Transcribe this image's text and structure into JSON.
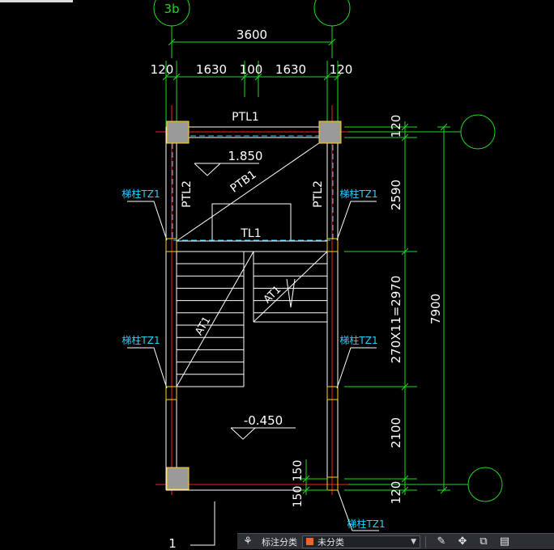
{
  "drawing": {
    "axis_bubble_top_left": "3b",
    "overall_width_dim": "3600",
    "width_dims": [
      "120",
      "1630",
      "100",
      "1630",
      "120"
    ],
    "beam_top_label": "PTL1",
    "level_upper": "1.850",
    "slab_label": "PTB1",
    "beam_left_label": "PTL2",
    "beam_right_label": "PTL2",
    "mid_beam_label": "TL1",
    "flight_left_label": "AT1",
    "flight_right_label": "AT1",
    "column_label": "梯柱TZ1",
    "level_lower": "-0.450",
    "right_dims": [
      "120",
      "2590",
      "270X11=2970",
      "2100",
      "120"
    ],
    "overall_height_dim": "7900",
    "bottom_dims": [
      "150",
      "150"
    ],
    "bottom_marker": "1"
  },
  "toolbar": {
    "filter_label": "标注分类",
    "category_value": "未分类",
    "swatch_color": "#e8682a"
  },
  "colors": {
    "axis": "#ff2020",
    "dimension": "#22d622",
    "wall": "#ffffff",
    "column_fill": "#9a9a9a",
    "column_outline": "#ffd21f",
    "annotation": "#26d0ff",
    "slab_dash": "#26d0ff"
  }
}
